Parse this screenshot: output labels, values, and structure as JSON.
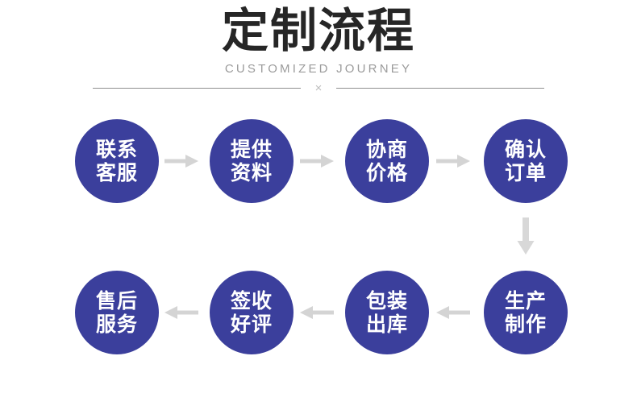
{
  "header": {
    "title": "定制流程",
    "subtitle": "CUSTOMIZED JOURNEY",
    "divider_mark": "×"
  },
  "colors": {
    "node_fill": "#3b3f9c",
    "node_text": "#ffffff",
    "arrow": "#d4d4d4",
    "title_text": "#262626",
    "subtitle_text": "#9b9b9b",
    "divider_line": "#8f8f8f",
    "background": "#ffffff"
  },
  "flow": {
    "row1": {
      "direction": "left-to-right",
      "nodes": [
        {
          "id": "contact-service",
          "line1": "联系",
          "line2": "客服"
        },
        {
          "id": "provide-material",
          "line1": "提供",
          "line2": "资料"
        },
        {
          "id": "negotiate-price",
          "line1": "协商",
          "line2": "价格"
        },
        {
          "id": "confirm-order",
          "line1": "确认",
          "line2": "订单"
        }
      ],
      "arrows": [
        "arrow-right",
        "arrow-right",
        "arrow-right"
      ]
    },
    "connector": {
      "id": "row-connector",
      "icon": "arrow-down-icon"
    },
    "row2": {
      "direction": "right-to-left",
      "nodes": [
        {
          "id": "after-sales",
          "line1": "售后",
          "line2": "服务"
        },
        {
          "id": "sign-review",
          "line1": "签收",
          "line2": "好评"
        },
        {
          "id": "package-shipment",
          "line1": "包装",
          "line2": "出库"
        },
        {
          "id": "production",
          "line1": "生产",
          "line2": "制作"
        }
      ],
      "arrows": [
        "arrow-left",
        "arrow-left",
        "arrow-left"
      ]
    }
  }
}
